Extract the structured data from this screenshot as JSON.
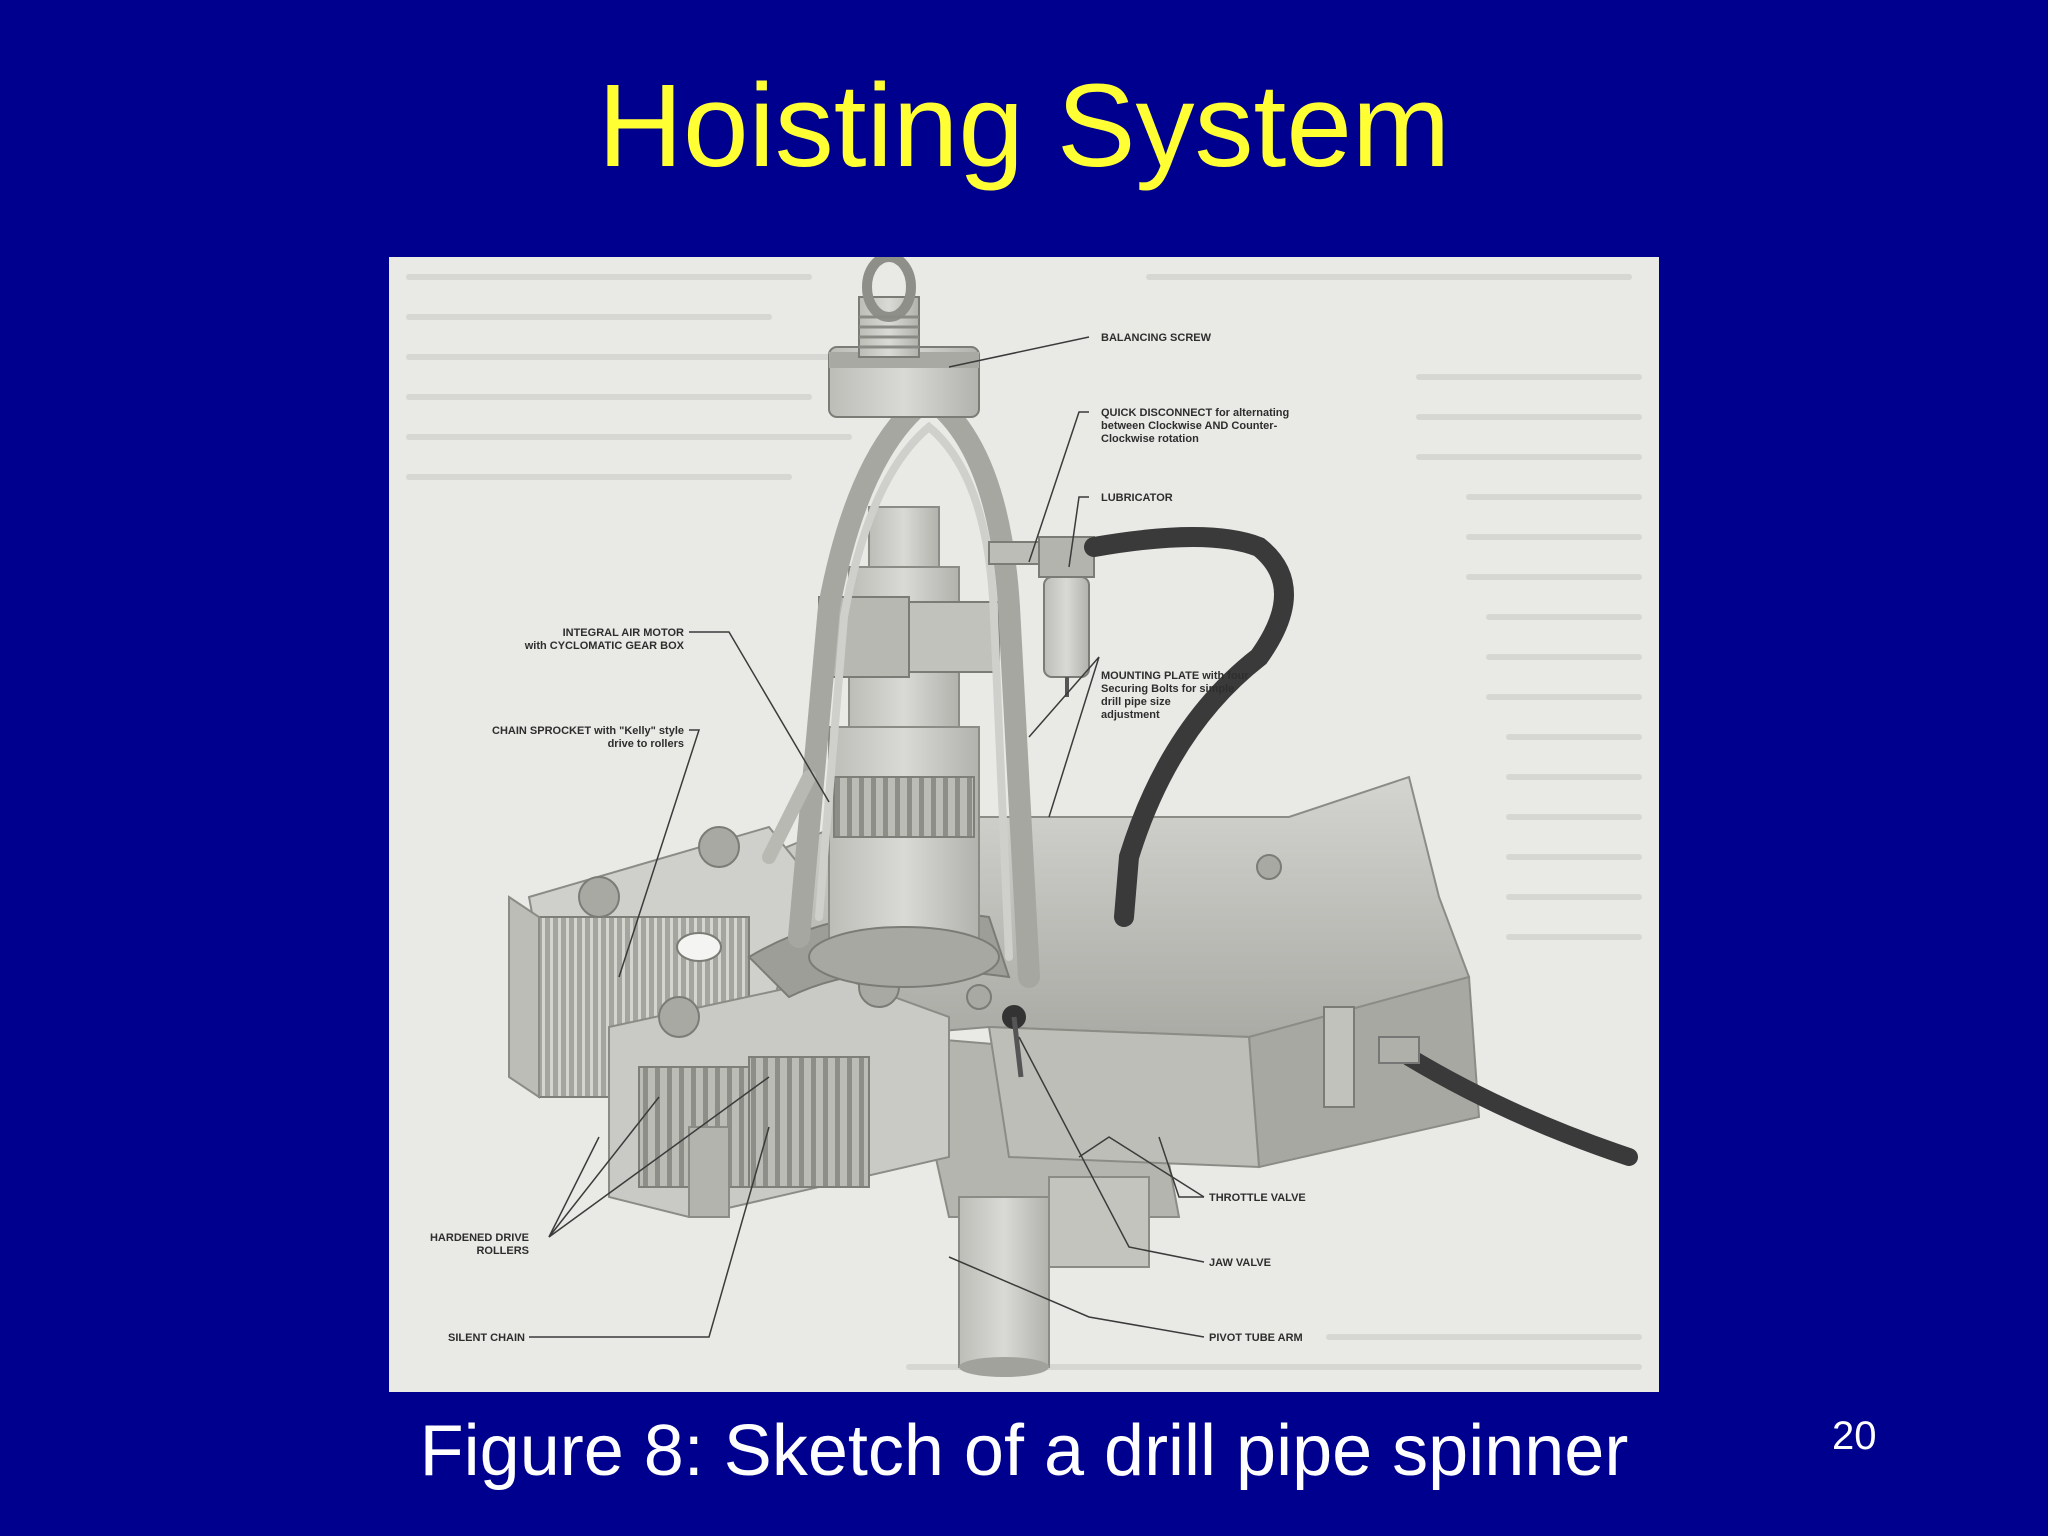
{
  "slide": {
    "title": "Hoisting System",
    "caption": "Figure 8: Sketch of a drill pipe spinner",
    "page_number": "20"
  },
  "colors": {
    "background": "#00008f",
    "title": "#ffff33",
    "text": "#ffffff",
    "figure_paper": "#e9e9e6",
    "ink": "#2e2e2e"
  },
  "figure": {
    "labels": {
      "balancing_screw": "BALANCING SCREW",
      "quick_disconnect": [
        "QUICK DISCONNECT for alternating",
        "between Clockwise AND Counter-",
        "Clockwise rotation"
      ],
      "lubricator": "LUBRICATOR",
      "integral_air_motor": [
        "INTEGRAL AIR MOTOR",
        "with CYCLOMATIC GEAR BOX"
      ],
      "mounting_plate": [
        "MOUNTING PLATE with four",
        "Securing Bolts for simple",
        "drill pipe size",
        "adjustment"
      ],
      "chain_sprocket": [
        "CHAIN SPROCKET with \"Kelly\" style",
        "drive to rollers"
      ],
      "hardened_drive_rollers": [
        "HARDENED DRIVE",
        "ROLLERS"
      ],
      "throttle_valve": "THROTTLE VALVE",
      "jaw_valve": "JAW VALVE",
      "pivot_tube_arm": "PIVOT TUBE ARM",
      "silent_chain": "SILENT CHAIN"
    }
  }
}
